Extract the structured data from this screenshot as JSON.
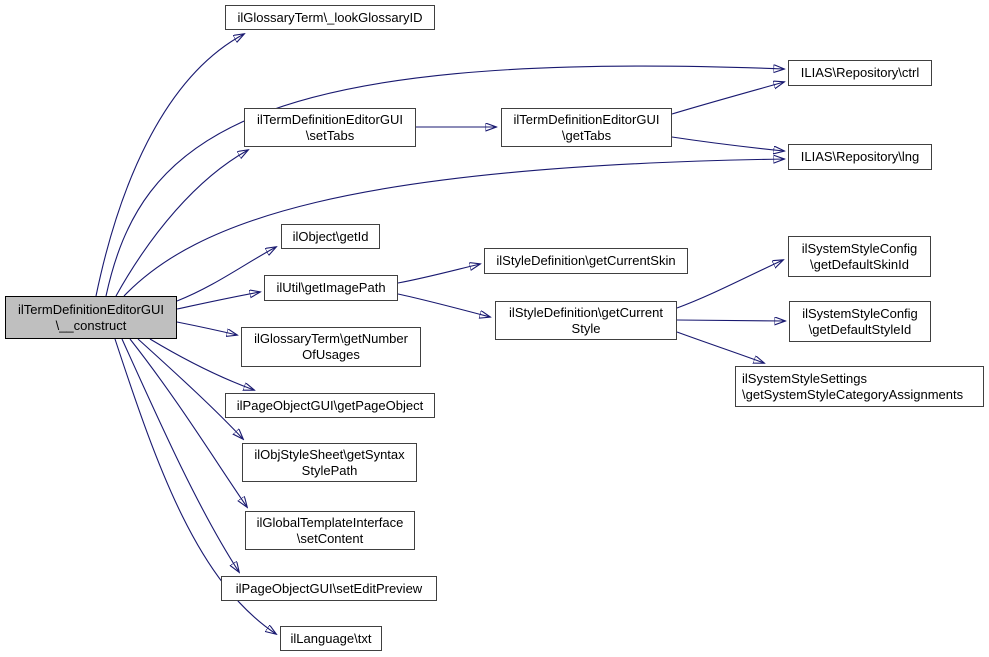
{
  "diagram": {
    "kind": "call-graph",
    "background_color": "#ffffff",
    "edge_color": "#191970",
    "node_border_color": "#404040",
    "node_fill_color": "#ffffff",
    "start_node_fill_color": "#bfbfbf",
    "text_color": "#000000"
  },
  "nodes": {
    "construct": {
      "label": "ilTermDefinitionEditorGUI\n\\__construct"
    },
    "lookGlossaryID": {
      "label": "ilGlossaryTerm\\_lookGlossaryID"
    },
    "repoCtrl": {
      "label": "ILIAS\\Repository\\ctrl"
    },
    "setTabs": {
      "label": "ilTermDefinitionEditorGUI\n\\setTabs"
    },
    "getTabs": {
      "label": "ilTermDefinitionEditorGUI\n\\getTabs"
    },
    "repoLng": {
      "label": "ILIAS\\Repository\\lng"
    },
    "getId": {
      "label": "ilObject\\getId"
    },
    "getImagePath": {
      "label": "ilUtil\\getImagePath"
    },
    "getCurrentSkin": {
      "label": "ilStyleDefinition\\getCurrentSkin"
    },
    "getCurrentStyle": {
      "label": "ilStyleDefinition\\getCurrent\nStyle"
    },
    "getNumberOfUsages": {
      "label": "ilGlossaryTerm\\getNumber\nOfUsages"
    },
    "getDefaultSkinId": {
      "label": "ilSystemStyleConfig\n\\getDefaultSkinId"
    },
    "getDefaultStyleId": {
      "label": "ilSystemStyleConfig\n\\getDefaultStyleId"
    },
    "getSystemStyleCategoryAssignments": {
      "label": "ilSystemStyleSettings\n\\getSystemStyleCategoryAssignments"
    },
    "getPageObject": {
      "label": "ilPageObjectGUI\\getPageObject"
    },
    "getSyntaxStylePath": {
      "label": "ilObjStyleSheet\\getSyntax\nStylePath"
    },
    "setContent": {
      "label": "ilGlobalTemplateInterface\n\\setContent"
    },
    "setEditPreview": {
      "label": "ilPageObjectGUI\\setEditPreview"
    },
    "txt": {
      "label": "ilLanguage\\txt"
    }
  },
  "edges": [
    {
      "from": "construct",
      "to": "lookGlossaryID"
    },
    {
      "from": "construct",
      "to": "repoCtrl"
    },
    {
      "from": "construct",
      "to": "setTabs"
    },
    {
      "from": "construct",
      "to": "repoLng"
    },
    {
      "from": "construct",
      "to": "getId"
    },
    {
      "from": "construct",
      "to": "getImagePath"
    },
    {
      "from": "construct",
      "to": "getNumberOfUsages"
    },
    {
      "from": "construct",
      "to": "getPageObject"
    },
    {
      "from": "construct",
      "to": "getSyntaxStylePath"
    },
    {
      "from": "construct",
      "to": "setContent"
    },
    {
      "from": "construct",
      "to": "setEditPreview"
    },
    {
      "from": "construct",
      "to": "txt"
    },
    {
      "from": "setTabs",
      "to": "getTabs"
    },
    {
      "from": "getTabs",
      "to": "repoCtrl"
    },
    {
      "from": "getTabs",
      "to": "repoLng"
    },
    {
      "from": "getImagePath",
      "to": "getCurrentSkin"
    },
    {
      "from": "getImagePath",
      "to": "getCurrentStyle"
    },
    {
      "from": "getCurrentStyle",
      "to": "getDefaultSkinId"
    },
    {
      "from": "getCurrentStyle",
      "to": "getDefaultStyleId"
    },
    {
      "from": "getCurrentStyle",
      "to": "getSystemStyleCategoryAssignments"
    }
  ]
}
